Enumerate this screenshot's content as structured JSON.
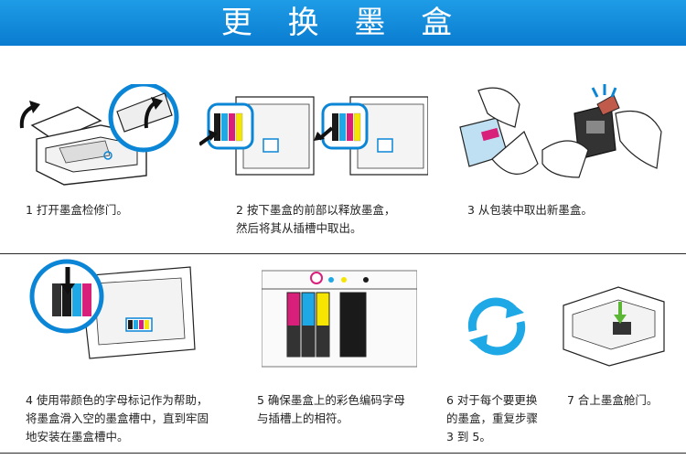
{
  "header": {
    "title": "更 换 墨 盒"
  },
  "steps": {
    "s1": "1  打开墨盒检修门。",
    "s2": "2 按下墨盒的前部以释放墨盒，\n然后将其从插槽中取出。",
    "s3": "3 从包装中取出新墨盒。",
    "s4": "4 使用带颜色的字母标记作为帮助，\n将墨盒滑入空的墨盒槽中，直到牢固\n地安装在墨盒槽中。",
    "s5": "5 确保墨盒上的彩色编码字母\n与插槽上的相符。",
    "s6": "6 对于每个要更换\n的墨盒，重复步骤\n3 到 5。",
    "s7": "7  合上墨盒舱门。"
  },
  "colors": {
    "accent": "#0b86d6",
    "black": "#1a1a1a",
    "cyan": "#1fa8e6",
    "magenta": "#d81f7a",
    "yellow": "#f6e500",
    "green": "#5bb633"
  }
}
